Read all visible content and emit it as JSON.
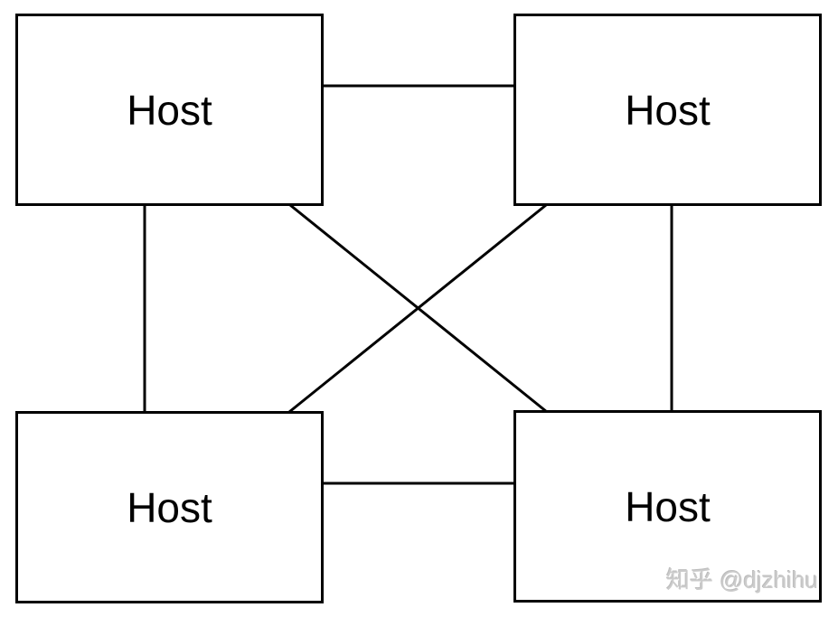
{
  "diagram": {
    "nodes": [
      {
        "id": "top-left",
        "label": "Host"
      },
      {
        "id": "top-right",
        "label": "Host"
      },
      {
        "id": "bottom-left",
        "label": "Host"
      },
      {
        "id": "bottom-right",
        "label": "Host"
      }
    ],
    "edges": [
      {
        "from": "top-left",
        "to": "top-right"
      },
      {
        "from": "bottom-left",
        "to": "bottom-right"
      },
      {
        "from": "top-left",
        "to": "bottom-left"
      },
      {
        "from": "top-right",
        "to": "bottom-right"
      },
      {
        "from": "top-left",
        "to": "bottom-right"
      },
      {
        "from": "top-right",
        "to": "bottom-left"
      }
    ],
    "topology": "full-mesh",
    "colors": {
      "line": "#000000",
      "node_border": "#000000",
      "node_fill": "#ffffff",
      "label": "#000000"
    }
  },
  "watermark": {
    "text": "知乎 @djzhihu",
    "color": "#cbcbcb"
  }
}
